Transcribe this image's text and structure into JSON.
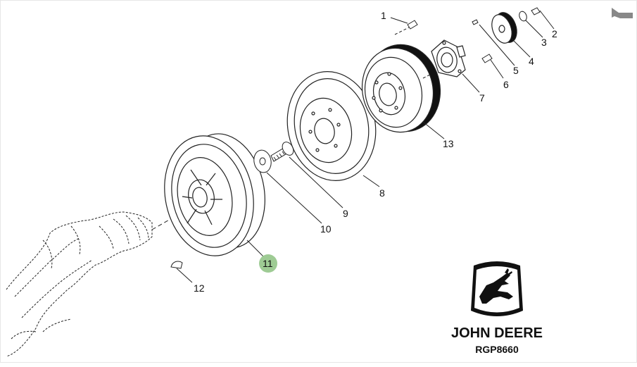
{
  "diagram": {
    "callouts": [
      "1",
      "2",
      "3",
      "4",
      "5",
      "6",
      "7",
      "8",
      "9",
      "10",
      "11",
      "12",
      "13"
    ],
    "highlighted_callout": "11",
    "highlight_color": "#9ecb94"
  },
  "brand": {
    "name": "JOHN DEERE",
    "drawing_id": "RGP8660",
    "logo": "john-deere-leaping-deer-logo"
  },
  "nav": {
    "icon": "back-arrow-icon"
  }
}
